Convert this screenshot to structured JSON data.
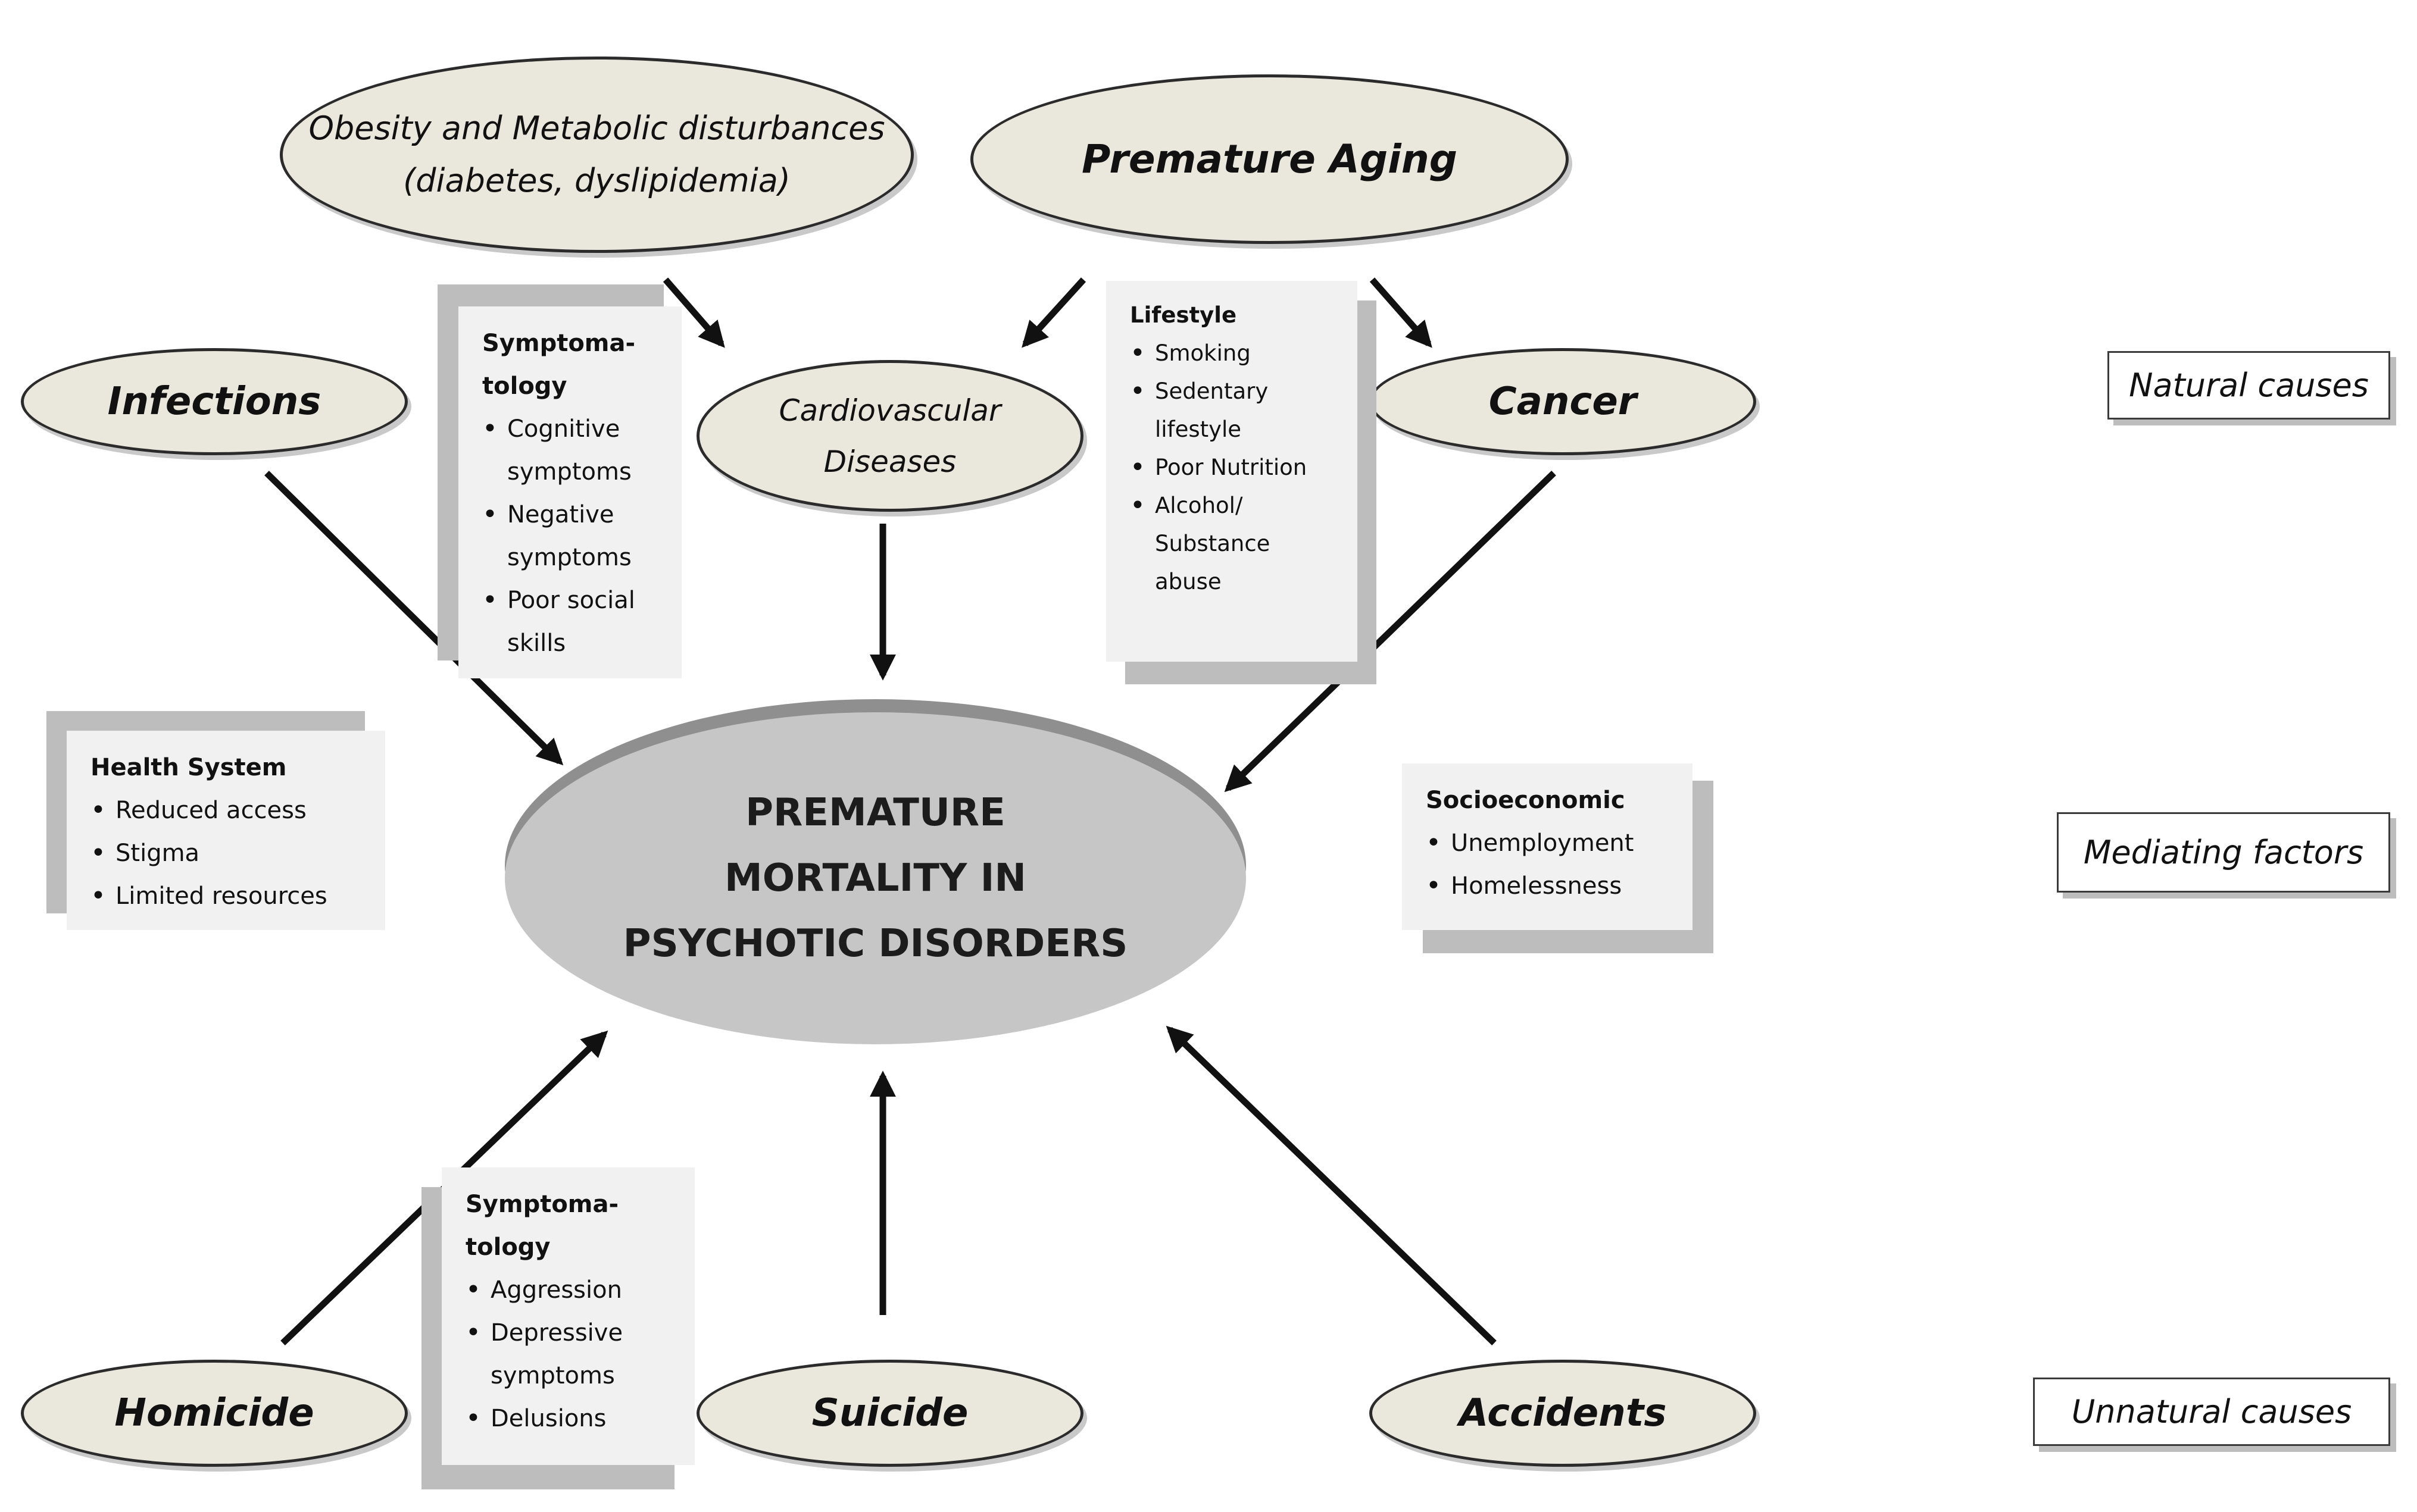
{
  "center": {
    "text": "PREMATURE MORTALITY IN PSYCHOTIC DISORDERS"
  },
  "natural_causes": {
    "obesity": "Obesity and Metabolic disturbances (diabetes, dyslipidemia)",
    "premature_aging": "Premature Aging",
    "infections": "Infections",
    "cardiovascular": "Cardiovascular Diseases",
    "cancer": "Cancer"
  },
  "unnatural_causes": {
    "homicide": "Homicide",
    "suicide": "Suicide",
    "accidents": "Accidents"
  },
  "mediating_boxes": {
    "symptomatology_top": {
      "heading": "Symptoma-\ntology",
      "items": [
        "Cognitive\nsymptoms",
        "Negative\nsymptoms",
        "Poor social\nskills"
      ]
    },
    "lifestyle": {
      "heading": "Lifestyle",
      "items": [
        "Smoking",
        "Sedentary\nlifestyle",
        "Poor Nutrition",
        "Alcohol/\nSubstance\nabuse"
      ]
    },
    "health_system": {
      "heading": "Health System",
      "items": [
        "Reduced access",
        "Stigma",
        "Limited resources"
      ]
    },
    "socioeconomic": {
      "heading": "Socioeconomic",
      "items": [
        "Unemployment",
        "Homelessness"
      ]
    },
    "symptomatology_bottom": {
      "heading": "Symptoma-\ntology",
      "items": [
        "Aggression",
        "Depressive\nsymptoms",
        "Delusions"
      ]
    }
  },
  "side_labels": {
    "natural": "Natural causes",
    "mediating": "Mediating factors",
    "unnatural": "Unnatural causes"
  },
  "colors": {
    "oval_fill": "#eae7dc",
    "center_fill": "#c6c6c6",
    "box_fill": "#f1f1f1",
    "box_shadow": "#bdbdbd"
  }
}
